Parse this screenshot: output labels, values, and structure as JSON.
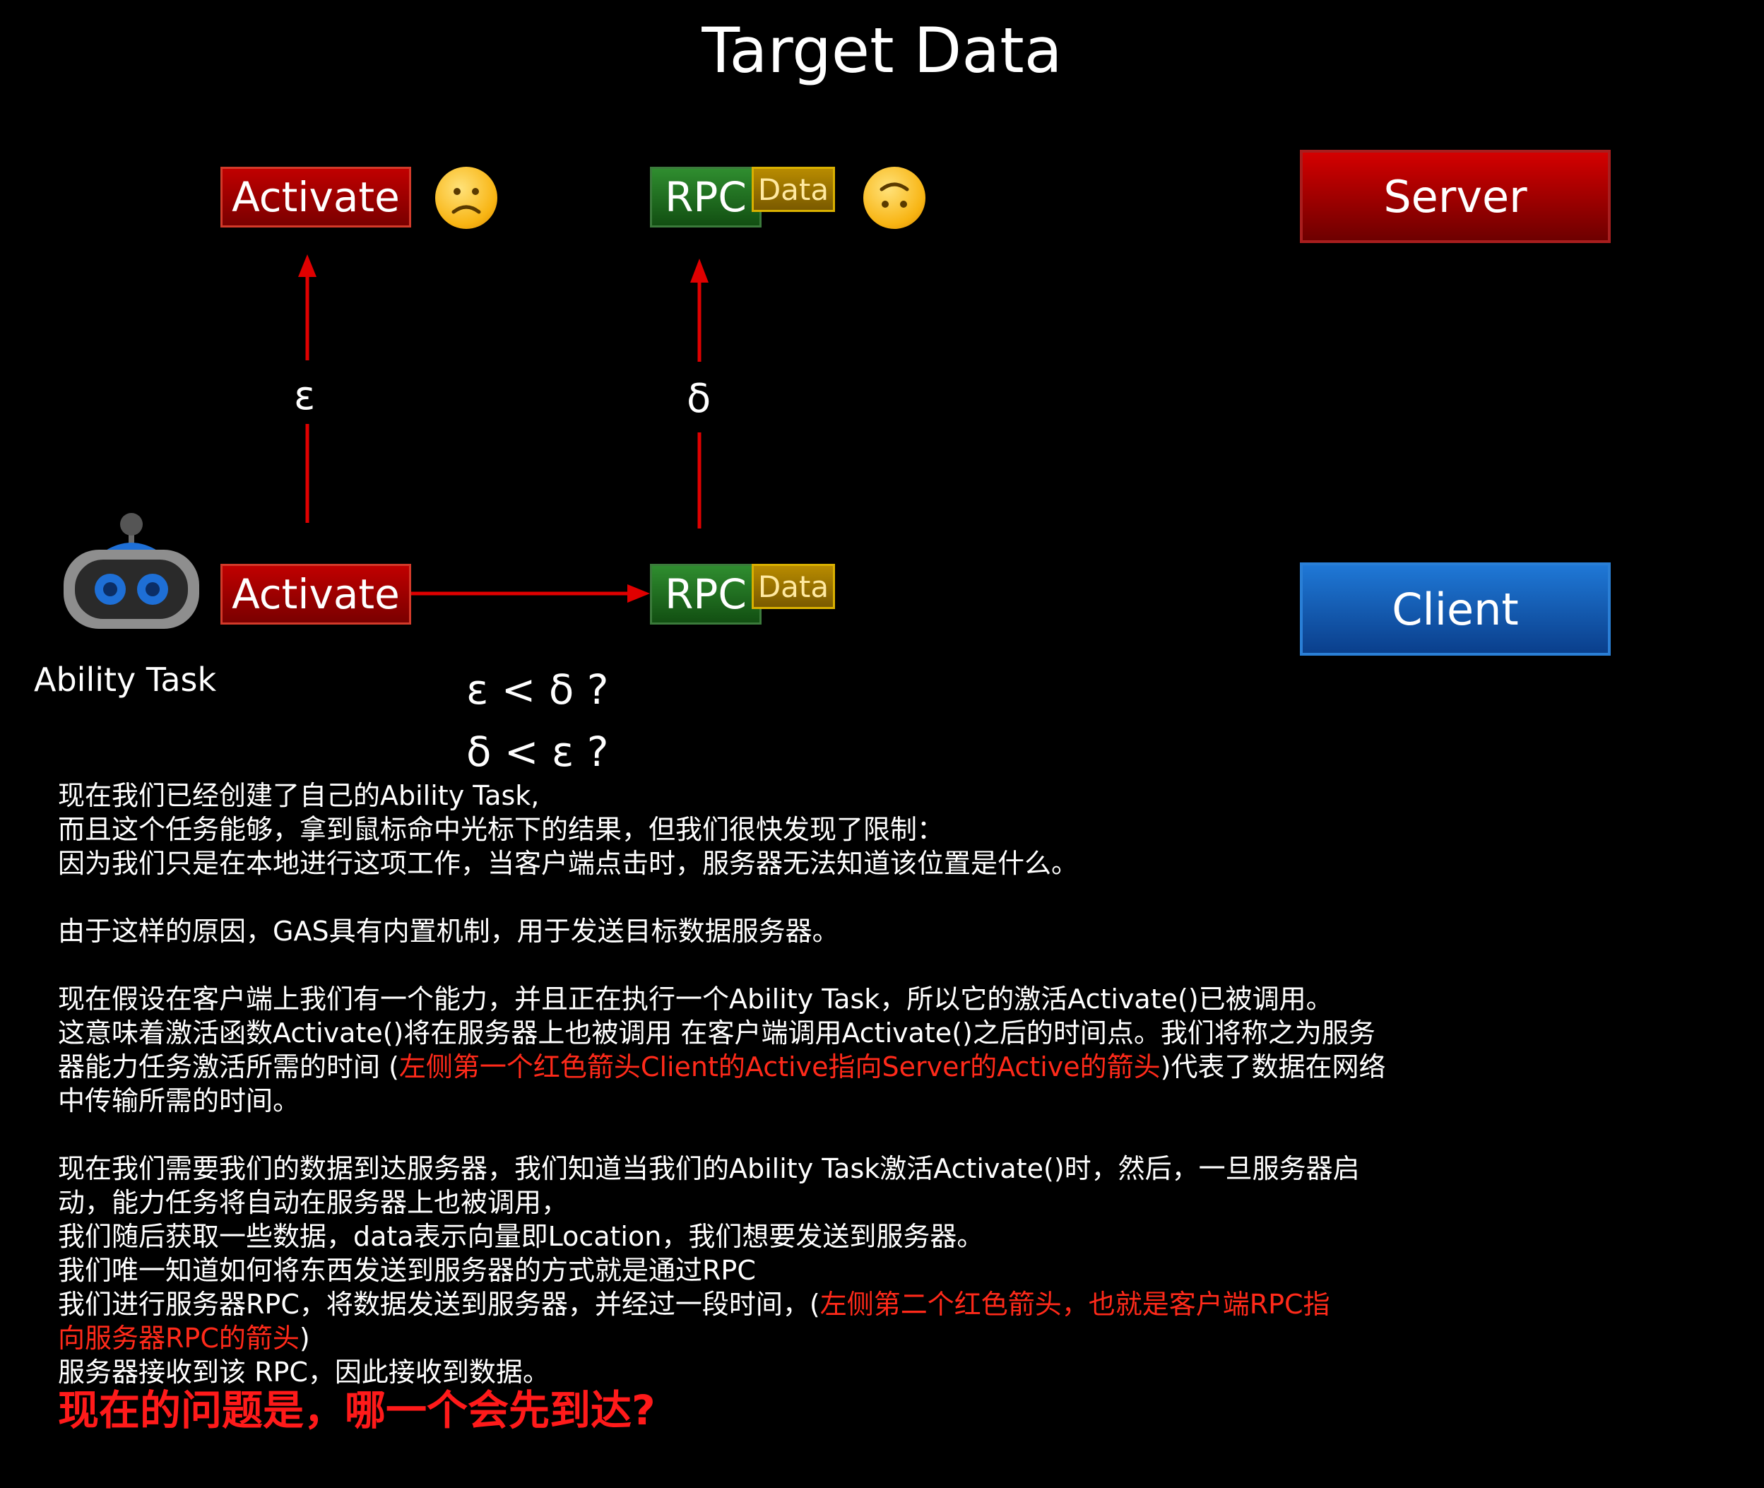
{
  "title": "Target Data",
  "diagram": {
    "server_row": {
      "activate": "Activate",
      "rpc": "RPC",
      "data": "Data"
    },
    "client_row": {
      "activate": "Activate",
      "rpc": "RPC",
      "data": "Data"
    },
    "server_label": "Server",
    "client_label": "Client",
    "epsilon": "ε",
    "delta": "δ",
    "robot_label": "Ability Task",
    "question1": "ε < δ ?",
    "question2": "δ < ε ?",
    "colors": {
      "arrow": "#e00000",
      "server": "#c00000",
      "client": "#1565c0",
      "rpc": "#2e7d32",
      "data": "#c8a000"
    }
  },
  "text": {
    "p1": "现在我们已经创建了自己的Ability Task,\n而且这个任务能够，拿到鼠标命中光标下的结果，但我们很快发现了限制：\n因为我们只是在本地进行这项工作，当客户端点击时，服务器无法知道该位置是什么。",
    "p2": "由于这样的原因，GAS具有内置机制，用于发送目标数据服务器。",
    "p3a": "现在假设在客户端上我们有一个能力，并且正在执行一个Ability Task，所以它的激活Activate()已被调用。\n这意味着激活函数Activate()将在服务器上也被调用 在客户端调用Activate()之后的时间点。我们将称之为服务\n器能力任务激活所需的时间 (",
    "p3red": "左侧第一个红色箭头Client的Active指向Server的Active的箭头",
    "p3b": ")代表了数据在网络\n中传输所需的时间。",
    "p4a": "现在我们需要我们的数据到达服务器，我们知道当我们的Ability Task激活Activate()时，然后，一旦服务器启\n动，能力任务将自动在服务器上也被调用，\n我们随后获取一些数据，data表示向量即Location，我们想要发送到服务器。\n我们唯一知道如何将东西发送到服务器的方式就是通过RPC\n我们进行服务器RPC，将数据发送到服务器，并经过一段时间，(",
    "p4red": "左侧第二个红色箭头，也就是客户端RPC指\n向服务器RPC的箭头",
    "p4b": ")\n服务器接收到该 RPC，因此接收到数据。",
    "final": "现在的问题是，哪一个会先到达?"
  }
}
